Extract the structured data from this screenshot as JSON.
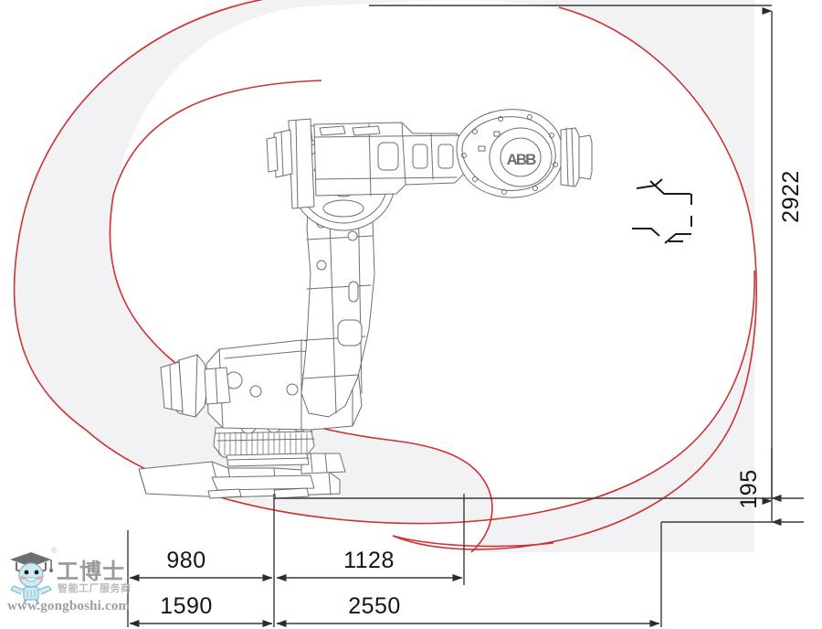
{
  "drawing": {
    "type": "robot-working-range-diagram",
    "manufacturer_logo": "ABB",
    "background_color": "#ffffff",
    "envelope_stroke_color": "#cc3333",
    "envelope_fill_color": "#f2f2f5",
    "dimension_line_color": "#3a3a3a",
    "robot_outline_color": "#6e6e72"
  },
  "dimensions": {
    "vertical": [
      {
        "id": "total-height",
        "value": "2922",
        "orientation": "vertical"
      },
      {
        "id": "base-offset",
        "value": "195",
        "orientation": "vertical"
      }
    ],
    "horizontal_upper": [
      {
        "id": "rear-reach",
        "value": "980",
        "orientation": "horizontal"
      },
      {
        "id": "front-reach",
        "value": "1128",
        "orientation": "horizontal"
      }
    ],
    "horizontal_lower": [
      {
        "id": "rear-total",
        "value": "1590",
        "orientation": "horizontal"
      },
      {
        "id": "front-total",
        "value": "2550",
        "orientation": "horizontal"
      }
    ]
  },
  "watermark": {
    "brand_cn": "工博士",
    "tagline_cn": "智能工厂服务商",
    "url": "www.gongboshi.com",
    "registered_mark": "®"
  },
  "annotations": {
    "wrist_logo": "ABB",
    "tool_detail": "dashed-bracket-outline"
  }
}
